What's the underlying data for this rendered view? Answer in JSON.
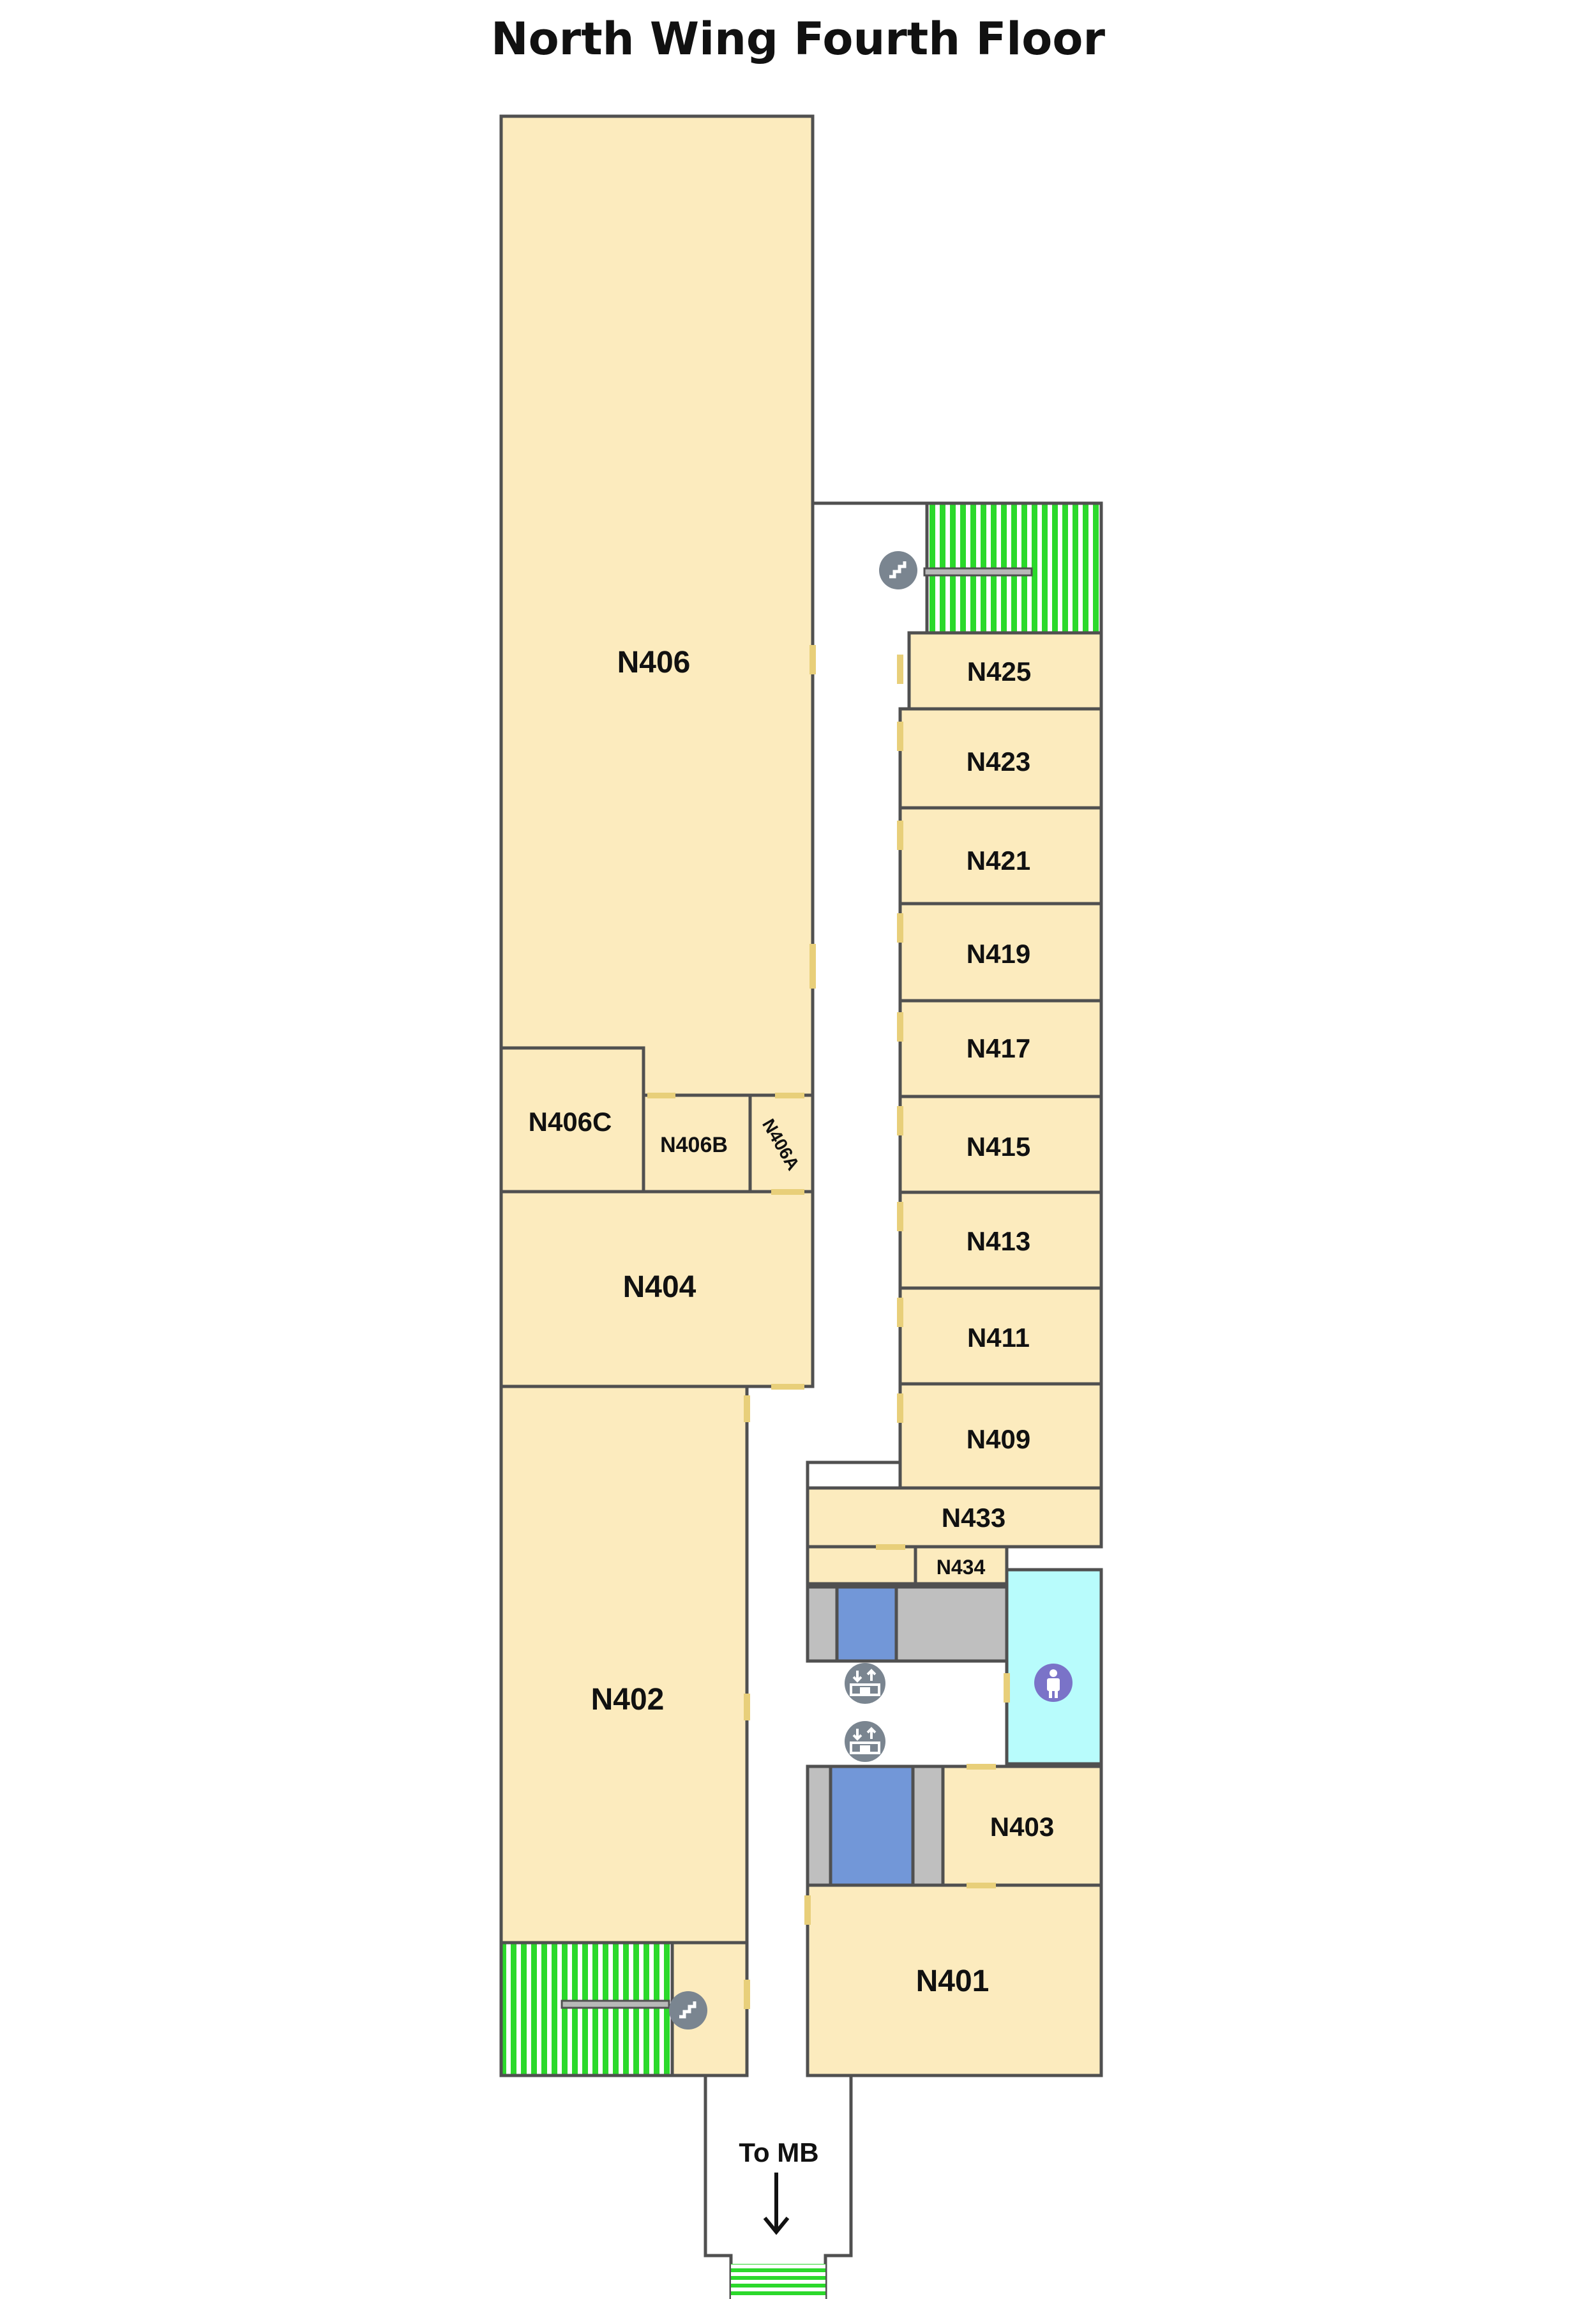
{
  "title": "North Wing Fourth Floor",
  "rooms": {
    "n406": "N406",
    "n406c": "N406C",
    "n406b": "N406B",
    "n406a": "N406A",
    "n404": "N404",
    "n402": "N402",
    "n425": "N425",
    "n423": "N423",
    "n421": "N421",
    "n419": "N419",
    "n417": "N417",
    "n415": "N415",
    "n413": "N413",
    "n411": "N411",
    "n409": "N409",
    "n433": "N433",
    "n434": "N434",
    "n403": "N403",
    "n401": "N401"
  },
  "exit_label": "To MB",
  "colors": {
    "room": "#fcebbe",
    "wall": "#505050",
    "stairs": "#2bd92b",
    "elevator": "#7297d8",
    "shaft": "#bfbfbf",
    "restroom": "#b8fcfc",
    "door": "#e8cf7a",
    "icon": "#7a8590",
    "person_icon": "#7a73c8"
  },
  "icons": {
    "stairs": "stairs-icon",
    "elevator": "elevator-icon",
    "restroom": "restroom-icon",
    "arrow": "arrow-down-icon"
  }
}
